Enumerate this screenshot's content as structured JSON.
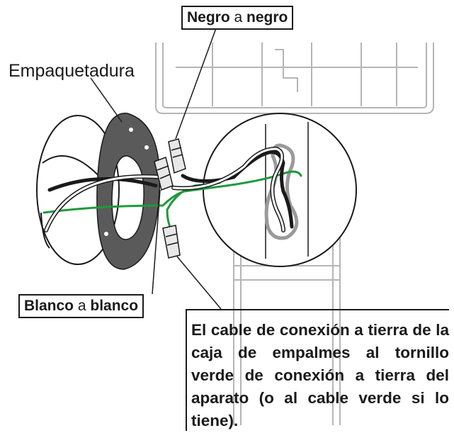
{
  "labels": {
    "gasket": "Empaquetadura",
    "black_to_black": {
      "bold1": "Negro",
      "mid": " a ",
      "bold2": "negro"
    },
    "white_to_white": {
      "bold1": "Blanco",
      "mid": " a ",
      "bold2": "blanco"
    },
    "ground_note": "El cable de conexión a tierra de la caja de empalmes al tornillo verde de conexión a tierra del aparato (o al cable verde si lo tiene)."
  },
  "colors": {
    "line": "#1a1a1a",
    "gasket": "#5a5a5a",
    "wire_green": "#1e9a3c",
    "wire_white": "#ffffff",
    "wire_gray": "#9a9a9a",
    "light_line": "#b5b5b5"
  }
}
